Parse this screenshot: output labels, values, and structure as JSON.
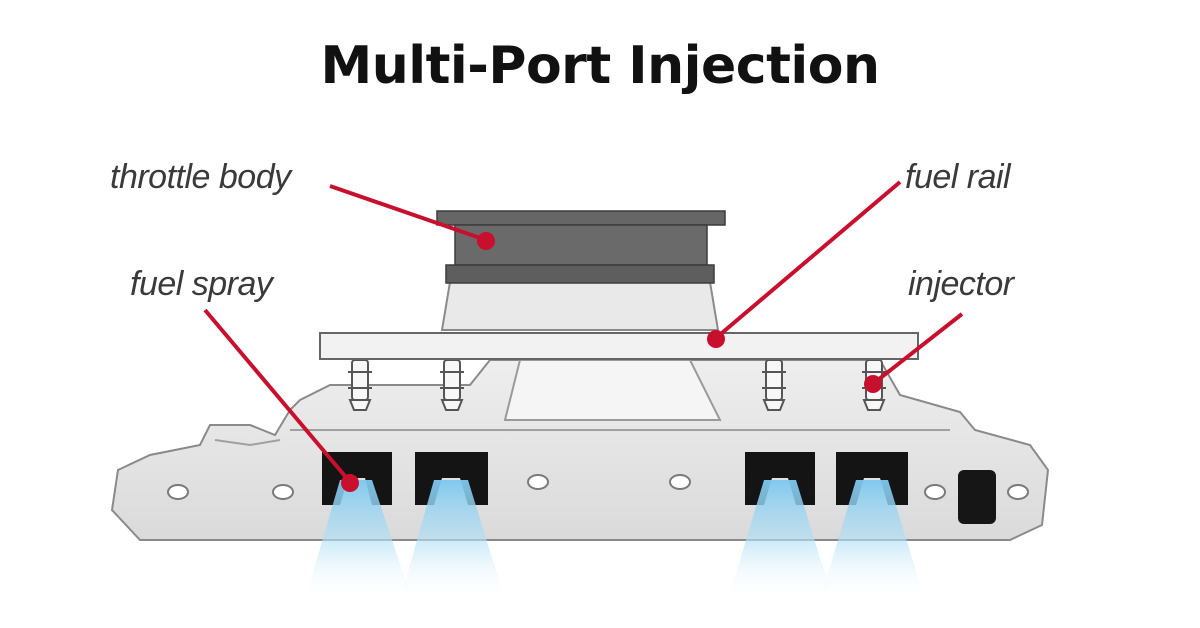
{
  "title": "Multi-Port Injection",
  "labels": {
    "throttle_body": "throttle body",
    "fuel_spray": "fuel spray",
    "fuel_rail": "fuel rail",
    "injector": "injector"
  },
  "colors": {
    "callout": "#c8102e",
    "spray": "#8fd0f2",
    "manifold": "#e4e4e4",
    "throttle_body": "#6a6a6a"
  }
}
